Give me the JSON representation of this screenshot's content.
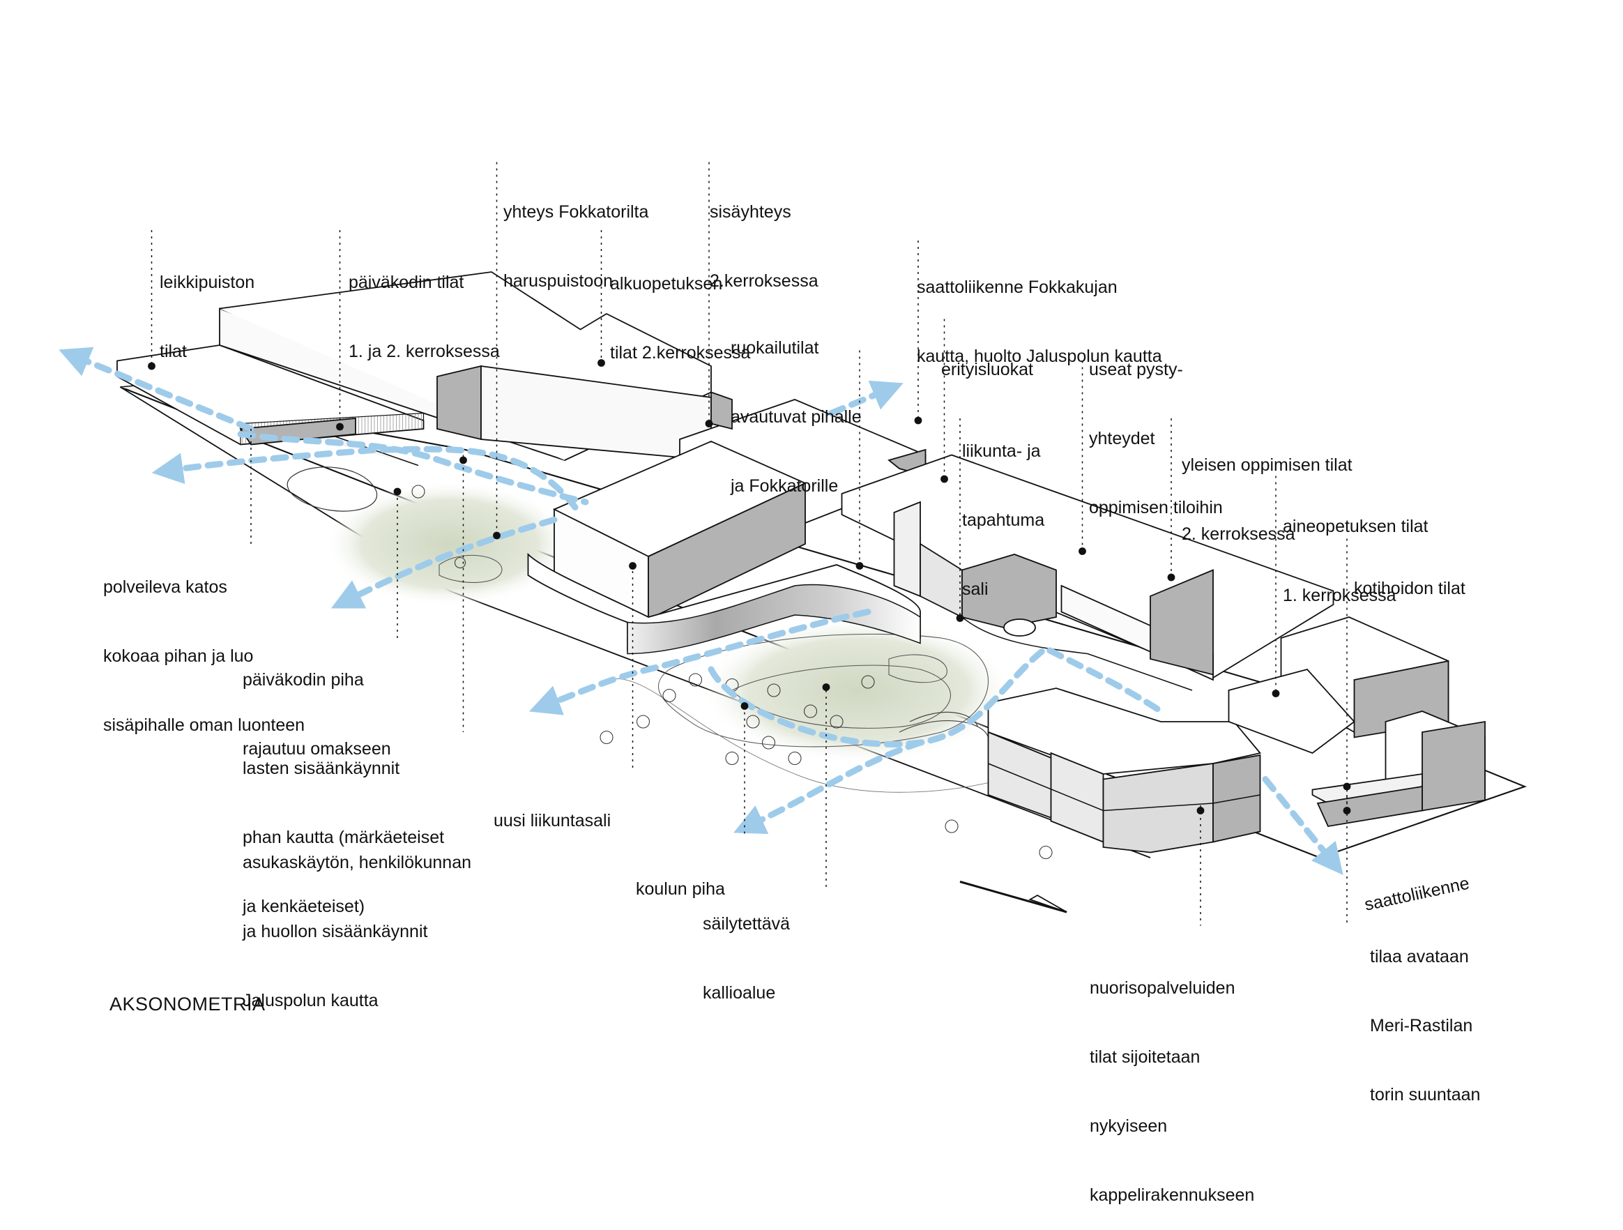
{
  "title": "AKSONOMETRIA",
  "colors": {
    "ink": "#111111",
    "facade_light": "#f6f6f6",
    "facade_mid": "#e4e4e4",
    "facade_dark": "#b3b3b3",
    "ground_green": "#d9dfcf",
    "flow_arrow": "#9ecbea"
  },
  "annotations": [
    {
      "id": "leikkipuisto",
      "lines": [
        "leikkipuiston",
        "tilat"
      ]
    },
    {
      "id": "paivakoti-tilat",
      "lines": [
        "päiväkodin tilat",
        "1. ja 2. kerroksessa"
      ]
    },
    {
      "id": "yhteys-fokkatori",
      "lines": [
        "yhteys Fokkatorilta",
        "haruspuistoon"
      ]
    },
    {
      "id": "sisayhteys",
      "lines": [
        "sisäyhteys",
        "2.kerroksessa"
      ]
    },
    {
      "id": "alkuopetus",
      "lines": [
        "alkuopetuksen",
        "tilat 2.kerroksessa"
      ]
    },
    {
      "id": "ruokailu",
      "lines": [
        "ruokailutilat",
        "avautuvat pihalle",
        "ja Fokkatorille"
      ]
    },
    {
      "id": "saattoliikenne-fokkakuja",
      "lines": [
        "saattoliikenne Fokkakujan",
        "kautta, huolto Jaluspolun kautta"
      ]
    },
    {
      "id": "erityisluokat",
      "lines": [
        "erityisluokat"
      ]
    },
    {
      "id": "pystyyhteydet",
      "lines": [
        "useat pysty-",
        "yhteydet",
        "oppimisen tiloihin"
      ]
    },
    {
      "id": "liikuntasali-tapahtuma",
      "lines": [
        "liikunta- ja",
        "tapahtuma",
        "sali"
      ]
    },
    {
      "id": "yleinen-oppiminen",
      "lines": [
        "yleisen oppimisen tilat",
        "2. kerroksessa"
      ]
    },
    {
      "id": "aineopetus",
      "lines": [
        "aineopetuksen tilat",
        "1. kerroksessa"
      ]
    },
    {
      "id": "kotihoito",
      "lines": [
        "kotihoidon tilat"
      ]
    },
    {
      "id": "polveileva-katos",
      "lines": [
        "polveileva katos",
        "kokoaa pihan ja luo",
        "sisäpihalle oman luonteen"
      ]
    },
    {
      "id": "paivakoti-piha",
      "lines": [
        "päiväkodin piha",
        "rajautuu omakseen"
      ]
    },
    {
      "id": "lasten-sisaankaynnit",
      "lines": [
        "lasten sisäänkäynnit",
        "phan kautta (märkäeteiset",
        "ja kenkäeteiset)"
      ]
    },
    {
      "id": "asukaskaytto",
      "lines": [
        "asukaskäytön, henkilökunnan",
        "ja huollon sisäänkäynnit",
        "Jaluspolun kautta"
      ]
    },
    {
      "id": "uusi-liikuntasali",
      "lines": [
        "uusi liikuntasali"
      ]
    },
    {
      "id": "koulun-piha",
      "lines": [
        "koulun piha"
      ]
    },
    {
      "id": "kallioalue",
      "lines": [
        "säilytettävä",
        "kallioalue"
      ]
    },
    {
      "id": "saattoliikenne",
      "lines": [
        "saattoliikenne"
      ]
    },
    {
      "id": "meri-rastila",
      "lines": [
        "tilaa avataan",
        "Meri-Rastilan",
        "torin suuntaan"
      ]
    },
    {
      "id": "nuorisopalvelut",
      "lines": [
        "nuorisopalveluiden",
        "tilat sijoitetaan",
        "nykyiseen",
        "kappelirakennukseen"
      ]
    }
  ],
  "icons": {
    "north_arrow": "north-arrow-icon",
    "flow": "dashed-flow-arrow-icon",
    "leader_dot": "leader-dot-icon"
  }
}
